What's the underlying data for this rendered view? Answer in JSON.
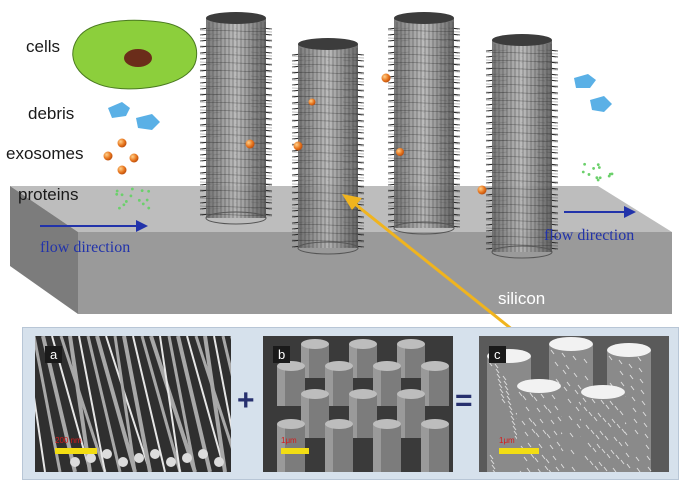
{
  "legend": {
    "cells": "cells",
    "debris": "debris",
    "exosomes": "exosomes",
    "proteins": "proteins"
  },
  "flow_left": "flow direction",
  "flow_right": "flow direction",
  "substrate_label": "silicon",
  "panels": [
    {
      "letter": "a",
      "scale": "200 nm"
    },
    {
      "letter": "b",
      "scale": "1μm"
    },
    {
      "letter": "c",
      "scale": "1μm"
    }
  ],
  "operators": {
    "plus": "+",
    "equals": "="
  },
  "colors": {
    "cell": "#8ccf3c",
    "nucleus": "#6b2d1a",
    "debris": "#5ab0e6",
    "exosome": "#e8761e",
    "protein": "#6bd06b",
    "flow": "#2233aa",
    "pointer": "#f0b41e",
    "scale_bar": "#f2dd13",
    "silicon": "#9a9a9a"
  }
}
